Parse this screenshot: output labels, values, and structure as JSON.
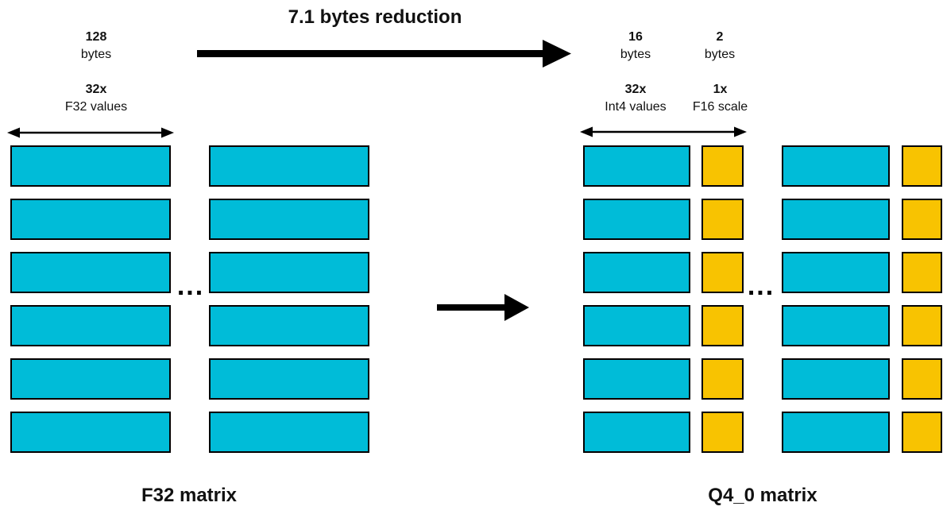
{
  "colors": {
    "cyan": "#00BCD8",
    "yellow": "#F8C301",
    "arrow": "#000000"
  },
  "header": {
    "reduction_label": "7.1 bytes reduction"
  },
  "left_annotations": {
    "size_value": "128",
    "size_unit": "bytes",
    "count": "32x",
    "type": "F32 values"
  },
  "right_annotations": {
    "block": {
      "size_value": "16",
      "size_unit": "bytes",
      "count": "32x",
      "type": "Int4 values"
    },
    "scale": {
      "size_value": "2",
      "size_unit": "bytes",
      "count": "1x",
      "type": "F16 scale"
    }
  },
  "left_matrix": {
    "label": "F32 matrix",
    "rows": 6,
    "columns": 2,
    "ellipsis": "..."
  },
  "right_matrix": {
    "label": "Q4_0 matrix",
    "rows": 6,
    "groups": 2,
    "ellipsis": "..."
  }
}
